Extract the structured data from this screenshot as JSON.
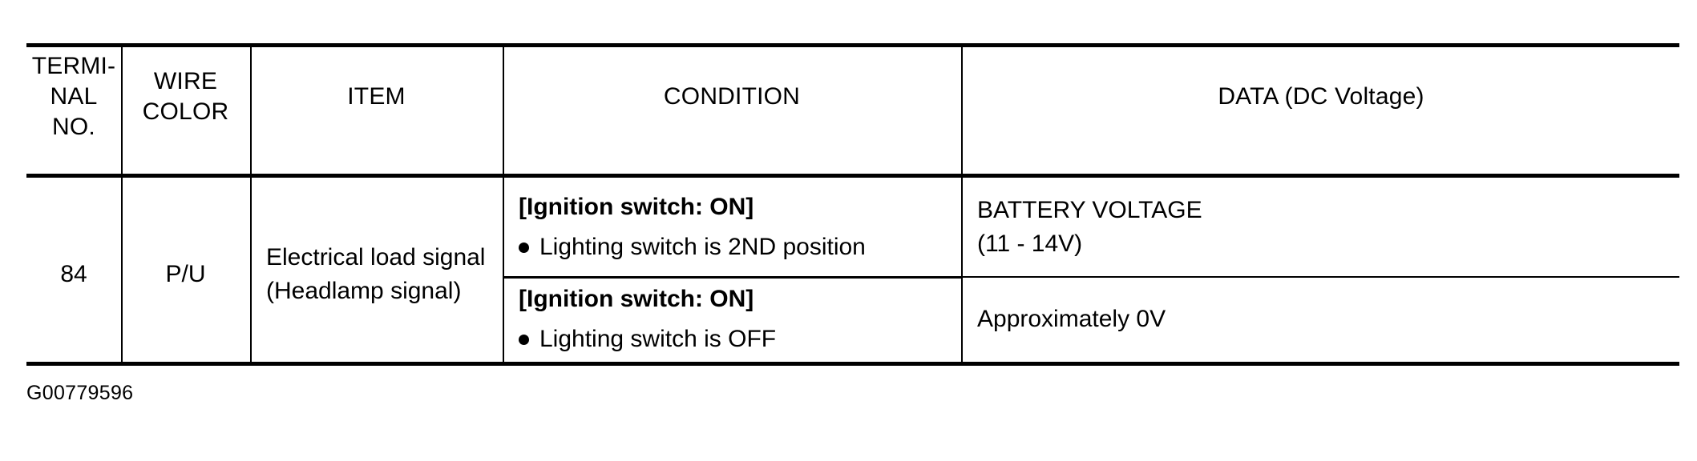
{
  "table": {
    "headers": {
      "terminal_no": [
        "TERMI-",
        "NAL",
        "NO."
      ],
      "wire_color": [
        "WIRE",
        "COLOR"
      ],
      "item": "ITEM",
      "condition": "CONDITION",
      "data": "DATA (DC Voltage)"
    },
    "rows": [
      {
        "terminal_no": "84",
        "wire_color": "P/U",
        "item_lines": [
          "Electrical load signal",
          "(Headlamp signal)"
        ],
        "sub_rows": [
          {
            "condition_title": "[Ignition switch: ON]",
            "condition_bullet": "Lighting switch is 2ND position",
            "data_lines": [
              "BATTERY VOLTAGE",
              "(11 - 14V)"
            ]
          },
          {
            "condition_title": "[Ignition switch: ON]",
            "condition_bullet": "Lighting switch is OFF",
            "data_lines": [
              "Approximately 0V"
            ]
          }
        ]
      }
    ]
  },
  "caption": "G00779596",
  "colors": {
    "ink": "#000000",
    "paper": "#ffffff"
  }
}
